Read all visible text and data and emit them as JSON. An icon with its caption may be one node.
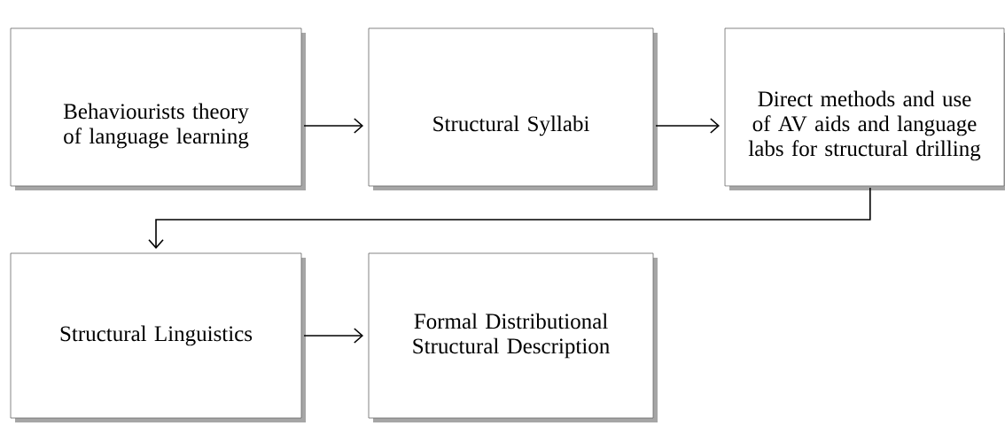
{
  "diagram": {
    "nodes": [
      {
        "text": [
          "Behaviourists theory of language learning"
        ]
      },
      {
        "text": [
          "Structural Syllabi"
        ]
      },
      {
        "text": [
          "Direct methods and use of AV aids and language labs for structural drilling"
        ]
      },
      {
        "text": [
          "Structural Linguistics"
        ]
      },
      {
        "text": [
          "Formal Distributional Structural Description"
        ]
      }
    ],
    "edges": [
      {
        "from": 0,
        "to": 1,
        "arrow": "to"
      },
      {
        "from": 1,
        "to": 2,
        "arrow": "to"
      },
      {
        "from": 2,
        "to": 3,
        "arrow": "to"
      },
      {
        "from": 3,
        "to": 4,
        "arrow": "to"
      }
    ]
  }
}
